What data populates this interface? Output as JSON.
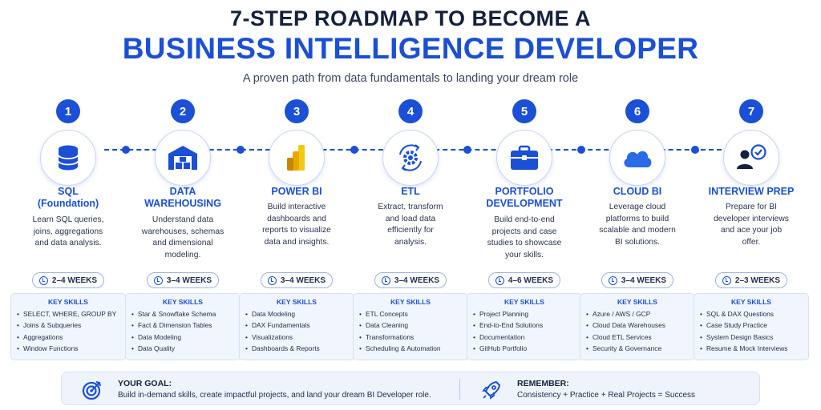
{
  "header": {
    "title_line1": "7-STEP ROADMAP TO BECOME A",
    "title_line2": "BUSINESS INTELLIGENCE DEVELOPER",
    "subtitle": "A proven path from data fundamentals to landing your dream role"
  },
  "key_skills_label": "KEY SKILLS",
  "steps": [
    {
      "number": "1",
      "icon": "database-icon",
      "name1": "SQL",
      "name2": "(Foundation)",
      "desc": [
        "Learn SQL queries,",
        "joins, aggregations",
        "and data analysis."
      ],
      "duration": "2–4 WEEKS",
      "skills": [
        "SELECT, WHERE, GROUP BY",
        "Joins & Subqueries",
        "Aggregations",
        "Window Functions"
      ]
    },
    {
      "number": "2",
      "icon": "warehouse-icon",
      "name1": "DATA",
      "name2": "WAREHOUSING",
      "desc": [
        "Understand data",
        "warehouses, schemas",
        "and dimensional",
        "modeling."
      ],
      "duration": "3–4 WEEKS",
      "skills": [
        "Star & Snowflake Schema",
        "Fact & Dimension Tables",
        "Data Modeling",
        "Data Quality"
      ]
    },
    {
      "number": "3",
      "icon": "power-bi-icon",
      "name1": "POWER BI",
      "name2": "",
      "desc": [
        "Build interactive",
        "dashboards and",
        "reports to visualize",
        "data and insights."
      ],
      "duration": "3–4 WEEKS",
      "skills": [
        "Data Modeling",
        "DAX Fundamentals",
        "Visualizations",
        "Dashboards & Reports"
      ]
    },
    {
      "number": "4",
      "icon": "etl-gear-icon",
      "name1": "ETL",
      "name2": "",
      "desc": [
        "Extract, transform",
        "and load data",
        "efficiently for",
        "analysis."
      ],
      "duration": "3–4 WEEKS",
      "skills": [
        "ETL Concepts",
        "Data Cleaning",
        "Transformations",
        "Scheduling & Automation"
      ]
    },
    {
      "number": "5",
      "icon": "briefcase-icon",
      "name1": "PORTFOLIO",
      "name2": "DEVELOPMENT",
      "desc": [
        "Build end-to-end",
        "projects and case",
        "studies to showcase",
        "your skills."
      ],
      "duration": "4–6 WEEKS",
      "skills": [
        "Project Planning",
        "End-to-End Solutions",
        "Documentation",
        "GitHub Portfolio"
      ]
    },
    {
      "number": "6",
      "icon": "cloud-icon",
      "name1": "CLOUD BI",
      "name2": "",
      "desc": [
        "Leverage cloud",
        "platforms to build",
        "scalable and modern",
        "BI solutions."
      ],
      "duration": "3–4 WEEKS",
      "skills": [
        "Azure / AWS / GCP",
        "Cloud Data Warehouses",
        "Cloud ETL Services",
        "Security & Governance"
      ]
    },
    {
      "number": "7",
      "icon": "interview-check-icon",
      "name1": "INTERVIEW PREP",
      "name2": "",
      "desc": [
        "Prepare for BI",
        "developer interviews",
        "and ace your job",
        "offer."
      ],
      "duration": "2–3 WEEKS",
      "skills": [
        "SQL & DAX Questions",
        "Case Study Practice",
        "System Design Basics",
        "Resume & Mock Interviews"
      ]
    }
  ],
  "footer": {
    "goal_label": "YOUR GOAL:",
    "goal_text": "Build in-demand skills, create impactful projects, and land your dream BI Developer role.",
    "remember_label": "REMEMBER:",
    "remember_text": "Consistency + Practice + Real Projects = Success"
  },
  "colors": {
    "primary": "#1a4fd6",
    "dark": "#14213d",
    "power_bi_yellow": "#f2c811"
  }
}
